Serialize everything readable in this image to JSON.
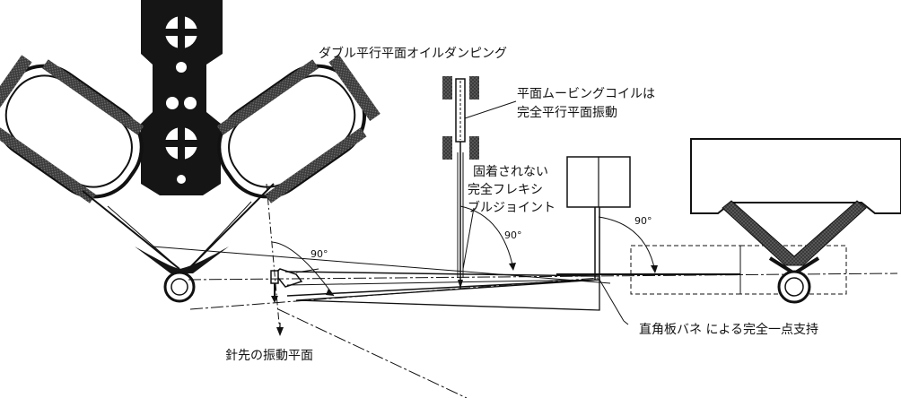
{
  "labels": {
    "title": "ダブル平行平面オイルダンピング",
    "coil_line1": "平面ムービングコイルは",
    "coil_line2": "完全平行平面振動",
    "joint_line1": "固着されない",
    "joint_line2": "完全フレキシ",
    "joint_line3": "ブルジョイント",
    "support": "直角板バネ による完全一点支持",
    "stylus": "針先の振動平面"
  },
  "angles": {
    "a1": "90°",
    "a2": "90°",
    "a3": "90°"
  }
}
